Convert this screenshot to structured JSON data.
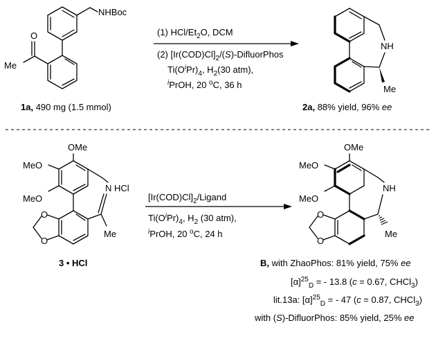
{
  "top": {
    "sm_label": "1a,",
    "sm_detail": " 490 mg (1.5 mmol)",
    "nhboc": "NHBoc",
    "me": "Me",
    "cond1": "(1) HCl/Et",
    "cond1_sub": "2",
    "cond1_end": "O, DCM",
    "cond2_pre": "(2) [Ir(COD)Cl]",
    "cond2_sub": "2",
    "cond2_mid": "/(",
    "cond2_s": "S",
    "cond2_end": ")-DifluorPhos",
    "cond3_pre": "Ti(O",
    "cond3_sup": "i",
    "cond3_mid": "Pr)",
    "cond3_sub": "4",
    "cond3_h": ", H",
    "cond3_h2": "2",
    "cond3_end": "(30 atm),",
    "cond4_sup": "i",
    "cond4_mid": "PrOH, 20 ",
    "cond4_o": "o",
    "cond4_end": "C, 36 h",
    "prod_label": "2a,",
    "prod_detail": " 88% yield, 96% ",
    "prod_ee": "ee",
    "nh": "NH",
    "prod_me": "Me"
  },
  "bottom": {
    "ome": "OMe",
    "meo1": "MeO",
    "meo2": "MeO",
    "n_hcl": "N  HCl",
    "me": "Me",
    "sm_label": "3 • HCl",
    "cond1_pre": "[Ir(COD)Cl]",
    "cond1_sub": "2",
    "cond1_end": "/Ligand",
    "cond2_pre": "Ti(O",
    "cond2_sup": "i",
    "cond2_mid": "Pr)",
    "cond2_sub": "4",
    "cond2_h": ", H",
    "cond2_h2": "2",
    "cond2_end": " (30 atm),",
    "cond3_sup": "i",
    "cond3_mid": "PrOH, 20 ",
    "cond3_o": "o",
    "cond3_end": "C, 24 h",
    "p_ome": "OMe",
    "p_meo1": "MeO",
    "p_meo2": "MeO",
    "p_nh": "NH",
    "p_me": "Me",
    "res_b": "B,",
    "res_1": " with ZhaoPhos: 81% yield, 75% ",
    "res_1_ee": "ee",
    "rot1_a": "[α]",
    "rot1_sup": "25",
    "rot1_sub": "D",
    "rot1_eq": " = - 13.8 (",
    "rot1_c": "c",
    "rot1_end": " = 0.67, CHCl",
    "rot1_3": "3",
    "rot1_close": ")",
    "lit_pre": "lit.13a: [α]",
    "lit_sup": "25",
    "lit_sub": "D",
    "lit_eq": " = - 47 (",
    "lit_c": "c",
    "lit_end": " = 0.87, CHCl",
    "lit_3": "3",
    "lit_close": ")",
    "res_2_pre": "with (",
    "res_2_s": "S",
    "res_2_mid": ")-DifluorPhos: 85% yield, 25% ",
    "res_2_ee": "ee"
  }
}
